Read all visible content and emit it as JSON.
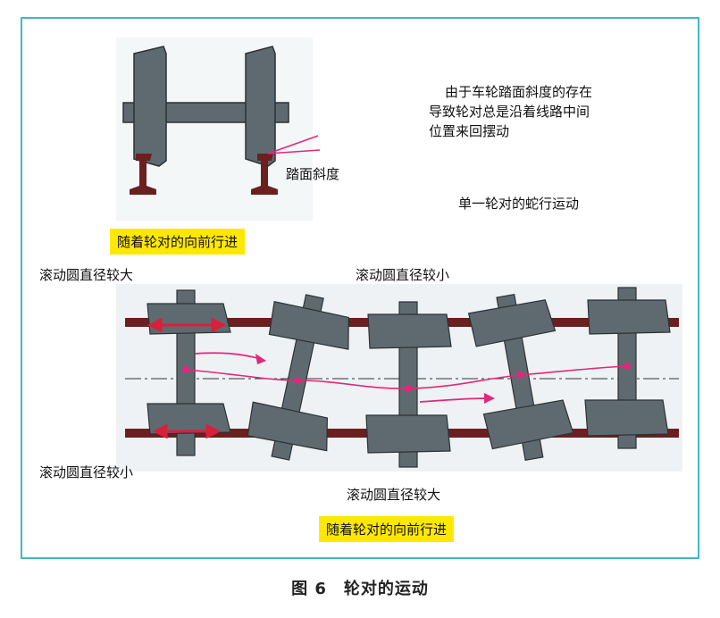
{
  "notes": {
    "explanation": [
      "由于车轮踏面斜度的存在",
      "导致轮对总是沿着线路中间",
      "位置来回摆动"
    ],
    "tread_slope": "踏面斜度",
    "single_wheelset_hunting": "单一轮对的蛇行运动",
    "direction_top": "随着轮对的向前行进",
    "direction_bottom": "随着轮对的向前行进",
    "rolling_large_top": "滚动圆直径较大",
    "rolling_small_top": "滚动圆直径较小",
    "rolling_small_bottom": "滚动圆直径较小",
    "rolling_large_bottom": "滚动圆直径较大"
  },
  "caption": "图 6　轮对的运动",
  "colors": {
    "frame": "#40b8c4",
    "wheel": "#5f6a70",
    "rail": "#6b1f1f",
    "path": "#e0287a",
    "highlight": "#ffe800"
  }
}
